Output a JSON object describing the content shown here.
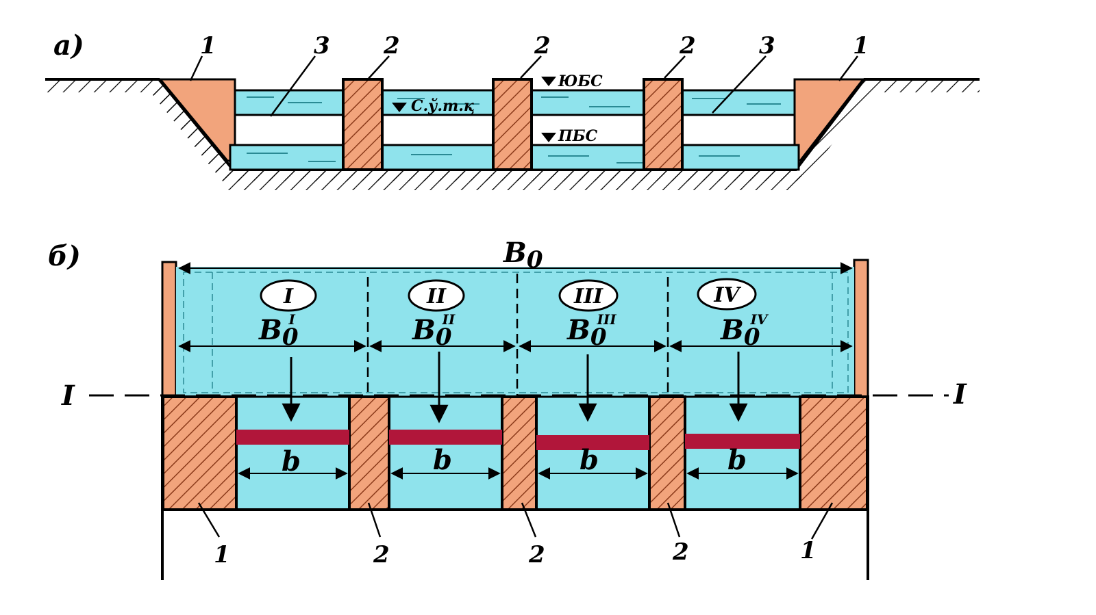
{
  "panel_a": {
    "label": "а)",
    "callouts": [
      "1",
      "3",
      "2",
      "2",
      "2",
      "3",
      "1"
    ],
    "levels": {
      "top": "ЮБС",
      "middle": "С.ў.т.қ",
      "bottom": "ПБС"
    }
  },
  "panel_b": {
    "label": "б)",
    "total_width_label": "B",
    "total_width_sub": "0",
    "section_line_left": "I",
    "section_line_right": "I",
    "sections": [
      {
        "roman": "I",
        "width_label": "B",
        "width_sub": "0",
        "width_sup": "I"
      },
      {
        "roman": "II",
        "width_label": "B",
        "width_sub": "0",
        "width_sup": "II"
      },
      {
        "roman": "III",
        "width_label": "B",
        "width_sub": "0",
        "width_sup": "III"
      },
      {
        "roman": "IV",
        "width_label": "B",
        "width_sub": "0",
        "width_sup": "IV"
      }
    ],
    "gate_labels": [
      "b",
      "b",
      "b",
      "b"
    ],
    "callouts": [
      "1",
      "2",
      "2",
      "2",
      "1"
    ]
  },
  "colors": {
    "water": "#8fe3ec",
    "earth_fill": "#f2a47c",
    "hatch": "#8b3a1a",
    "gate": "#b1163a",
    "line": "#000000"
  }
}
